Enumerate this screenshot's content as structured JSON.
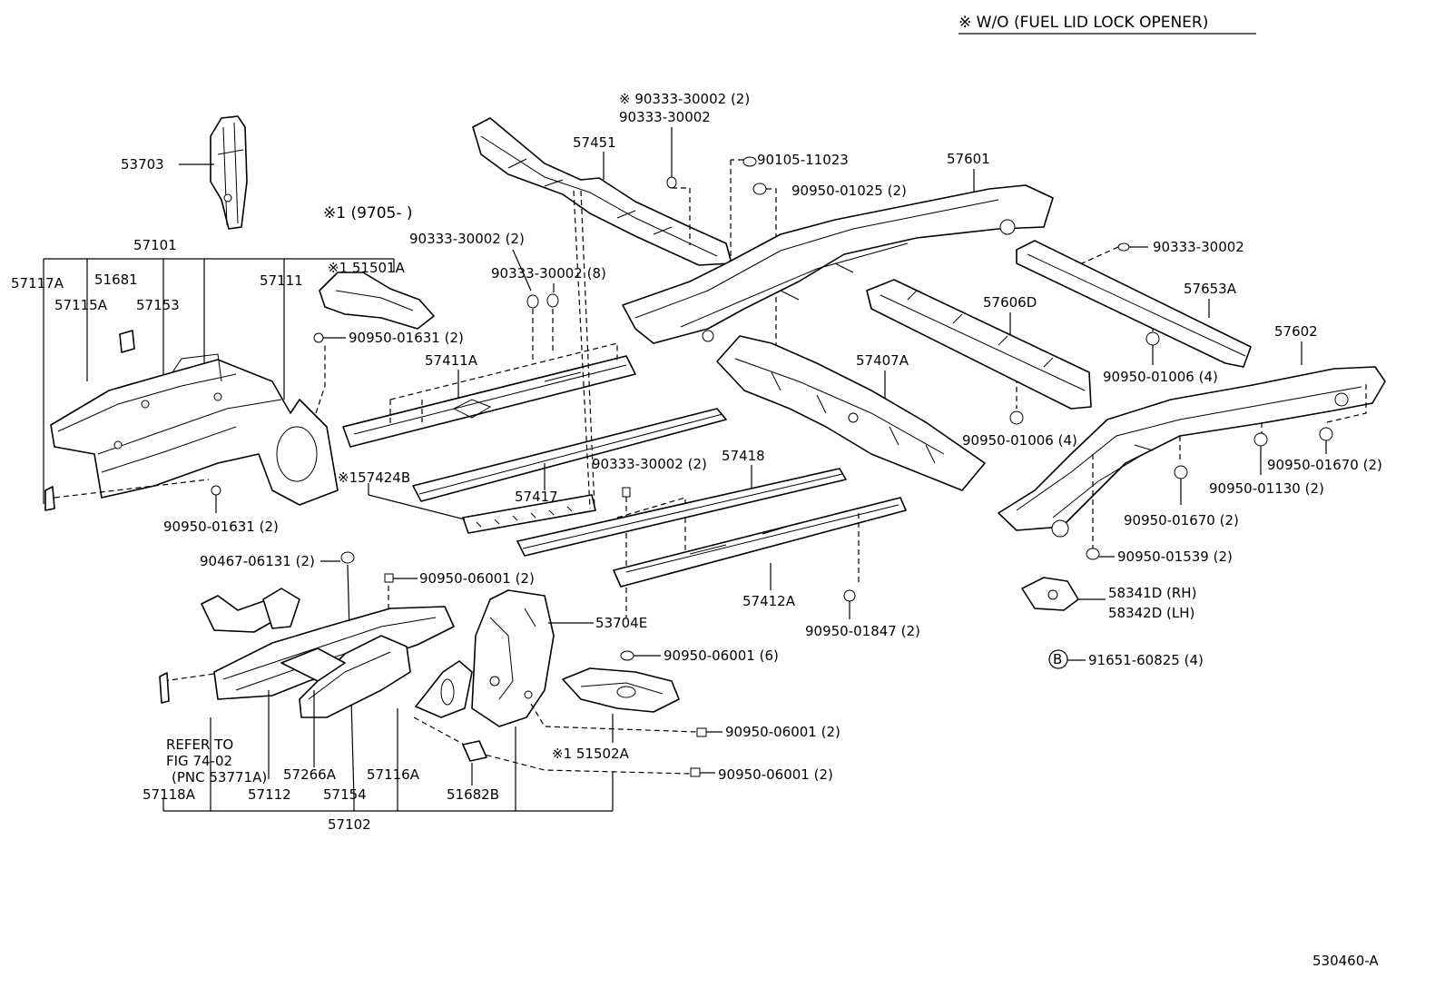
{
  "header": {
    "note": "※ W/O (FUEL LID LOCK OPENER)"
  },
  "date_note": "※1 (9705-        )",
  "figure_id": "530460-A",
  "labels": {
    "p53703": "53703",
    "p57101": "57101",
    "p57117A": "57117A",
    "p51681": "51681",
    "p57111": "57111",
    "p57115A": "57115A",
    "p57153": "57153",
    "p51501A": "※1 51501A",
    "p90950_01631_a": "90950-01631 (2)",
    "p90950_01631_b": "90950-01631 (2)",
    "p57451": "57451",
    "p90333_30002_star": "※ 90333-30002 (2)",
    "p90333_30002_top": "90333-30002",
    "p90333_30002_2": "90333-30002 (2)",
    "p90333_30002_8": "90333-30002 (8)",
    "p57411A": "57411A",
    "p57424B": "※157424B",
    "p57417": "57417",
    "p90333_30002_mid": "90333-30002 (2)",
    "p57418": "57418",
    "p57412A": "57412A",
    "p90950_01847": "90950-01847 (2)",
    "p90105_11023": "90105-11023",
    "p90950_01025": "90950-01025 (2)",
    "p57601": "57601",
    "p57606D": "57606D",
    "p57407A": "57407A",
    "p90950_01006_a": "90950-01006 (4)",
    "p90950_01006_b": "90950-01006 (4)",
    "p90333_30002_right": "90333-30002",
    "p57653A": "57653A",
    "p57602": "57602",
    "p90950_01670_a": "90950-01670 (2)",
    "p90950_01130": "90950-01130 (2)",
    "p90950_01670_b": "90950-01670 (2)",
    "p90950_01539": "90950-01539 (2)",
    "p58341D": "58341D (RH)",
    "p58342D": "58342D (LH)",
    "p91651_60825": "91651-60825 (4)",
    "p_B": "B",
    "p90467_06131": "90467-06131 (2)",
    "p90950_06001_a": "90950-06001 (2)",
    "p53704E": "53704E",
    "p90950_06001_6": "90950-06001 (6)",
    "p90950_06001_b": "90950-06001 (2)",
    "p51502A": "※1 51502A",
    "p90950_06001_c": "90950-06001 (2)",
    "p_refer1": "REFER TO",
    "p_refer2": "FIG 74-02",
    "p_refer3": "(PNC 53771A)",
    "p57266A": "57266A",
    "p57116A": "57116A",
    "p51682B": "51682B",
    "p57118A": "57118A",
    "p57112": "57112",
    "p57154": "57154",
    "p57102": "57102"
  }
}
